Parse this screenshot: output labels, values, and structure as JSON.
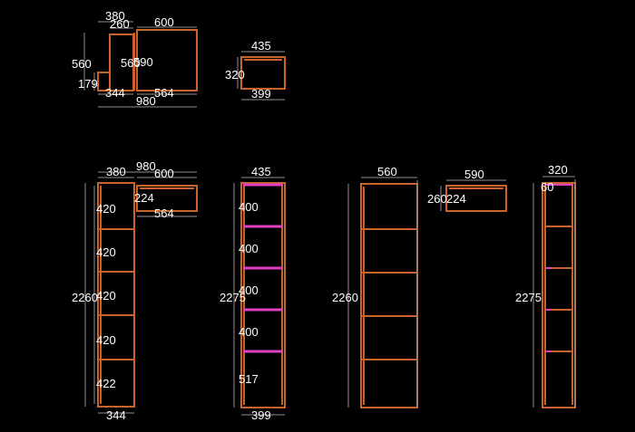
{
  "palette": {
    "background": "#000000",
    "panel": "#c8642a",
    "shelf_accent": "#e040c0",
    "dim_line": "#8f8f8f",
    "text": "#ffffff"
  },
  "top_row": {
    "corner_unit": {
      "d380": "380",
      "d260": "260",
      "d600": "600",
      "d560": "560",
      "d560b": "560",
      "d590": "590",
      "d179": "179",
      "d344": "344",
      "d564": "564",
      "d980": "980"
    },
    "small_box": {
      "d435": "435",
      "d320": "320",
      "d399": "399"
    }
  },
  "bottom_row": {
    "unit_a": {
      "d380": "380",
      "d980": "980",
      "d600": "600",
      "d224": "224",
      "d564": "564",
      "d2260": "2260",
      "d344": "344",
      "shelves": [
        "420",
        "420",
        "420",
        "420",
        "422"
      ]
    },
    "unit_b": {
      "d435": "435",
      "d2275": "2275",
      "d399": "399",
      "shelves": [
        "400",
        "400",
        "400",
        "400",
        "517"
      ]
    },
    "unit_c": {
      "d560": "560",
      "d2260": "2260"
    },
    "unit_d": {
      "d590": "590",
      "d260": "260",
      "d224": "224"
    },
    "unit_e": {
      "d320": "320",
      "d60": "60",
      "d2275": "2275"
    }
  }
}
